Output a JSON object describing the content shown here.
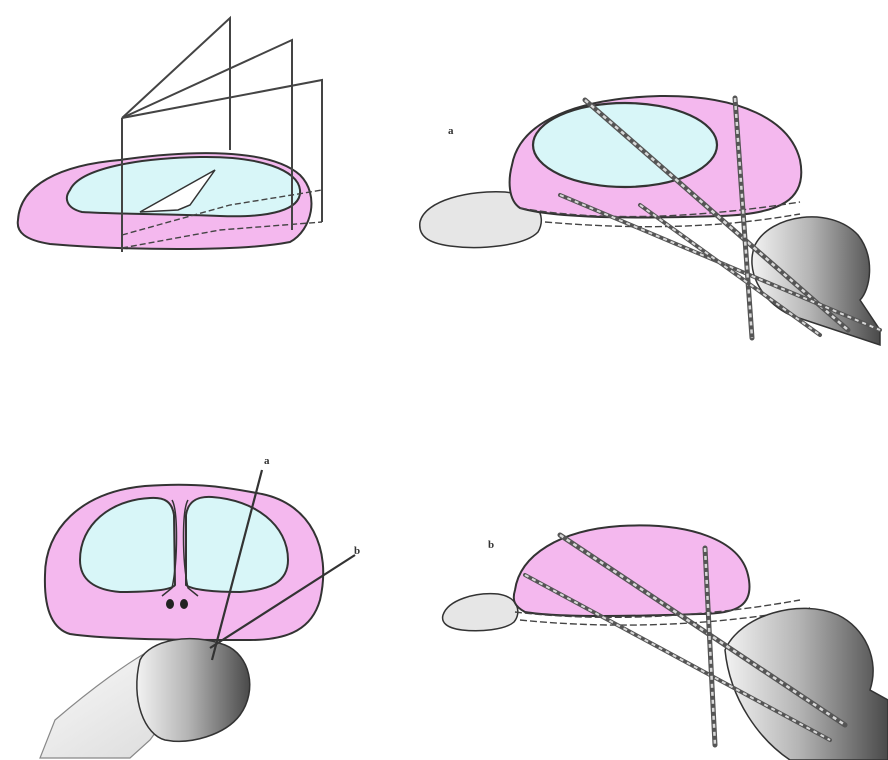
{
  "figure": {
    "panels": [
      {
        "id": "top-left",
        "label": ""
      },
      {
        "id": "top-right",
        "label": "a"
      },
      {
        "id": "bottom-left",
        "label": "",
        "needle_labels": [
          "a",
          "b"
        ]
      },
      {
        "id": "bottom-right",
        "label": "b"
      }
    ],
    "colors": {
      "outer_zone": "#f4b8ee",
      "inner_zone": "#d8f6f8",
      "bone_light": "#eaeaea",
      "bone_dark": "#6a6a6a",
      "outline": "#333333",
      "background": "#ffffff"
    }
  }
}
